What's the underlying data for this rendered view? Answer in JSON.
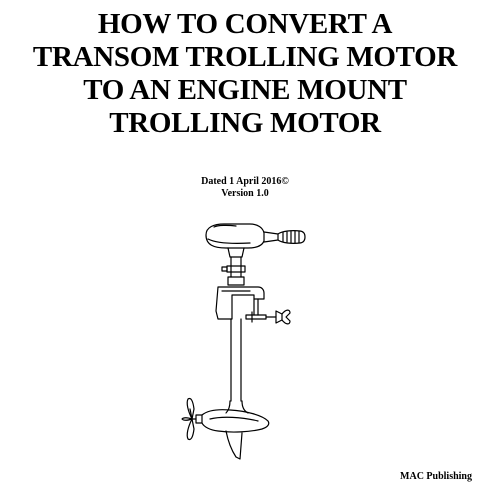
{
  "title": {
    "lines": [
      "HOW TO CONVERT A",
      "TRANSOM TROLLING MOTOR",
      "TO AN ENGINE MOUNT",
      "TROLLING MOTOR"
    ]
  },
  "meta": {
    "dated": "Dated 1 April 2016©",
    "version": "Version 1.0"
  },
  "illustration": {
    "icon": "trolling-motor-icon"
  },
  "publisher": "MAC Publishing"
}
